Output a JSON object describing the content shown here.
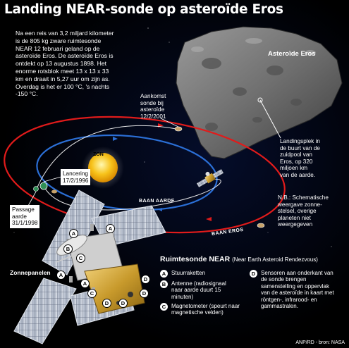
{
  "title": "Landing NEAR-sonde op asteroïde Eros",
  "intro": [
    "Na een reis van 3,2 miljard kilometer",
    "is de 805 kg zware ruimtesonde",
    "NEAR 12 februari geland op de",
    "asteroïde Eros. De asteroïde Eros is",
    "ontdekt op 13 augustus 1898. Het",
    "enorme rotsblok meet 13 x 13 x 33",
    "km en draait in 5,27 uur om zijn as.",
    "Overdag is het er 100 °C, 's nachts",
    "-150 °C."
  ],
  "asteroid_label": "Asteroïde Eros",
  "arrival_label": [
    "Aankomst",
    "sonde bij",
    "asteroïde",
    "12/2/2001"
  ],
  "landing_label": [
    "Landingsplek in",
    "de buurt van de",
    "zuidpool van",
    "Eros, op 320",
    "miljoen km",
    "van de aarde."
  ],
  "sun_label": "ZON",
  "earth_orbit_label": "BAAN AARDE",
  "eros_orbit_label": "BAAN EROS",
  "launch_label": [
    "Lancering",
    "17/2/1996"
  ],
  "passage_label": [
    "Passage",
    "aarde",
    "31/1/1998"
  ],
  "note": [
    "N.B.: Schematische",
    "weergave zonne-",
    "stelsel, overige",
    "planeten niet",
    "weergegeven"
  ],
  "probe_title": "Ruimtesonde NEAR",
  "probe_subtitle": "(Near Earth Asteroid Rendezvous)",
  "solar_panels_label": "Zonnepanelen",
  "legend": [
    {
      "key": "A",
      "text": [
        "Stuurraketten"
      ]
    },
    {
      "key": "B",
      "text": [
        "Antenne (radiosignaal",
        "naar aarde duurt 15",
        "minuten)"
      ]
    },
    {
      "key": "C",
      "text": [
        "Magnetometer (speurt naar",
        "magnetische velden)"
      ]
    },
    {
      "key": "D",
      "text": [
        "Sensoren aan onderkant van",
        "de sonde brengen",
        "samenstelling en oppervlak",
        "van de asteroïde in kaart met",
        "röntgen-, infrarood- en",
        "gammastralen."
      ]
    }
  ],
  "source": "ANP/RD - bron: NASA",
  "colors": {
    "earth_orbit": "#2b6fd6",
    "eros_orbit": "#e11b1b",
    "sun": "#f7c21a",
    "background": "#000000"
  }
}
